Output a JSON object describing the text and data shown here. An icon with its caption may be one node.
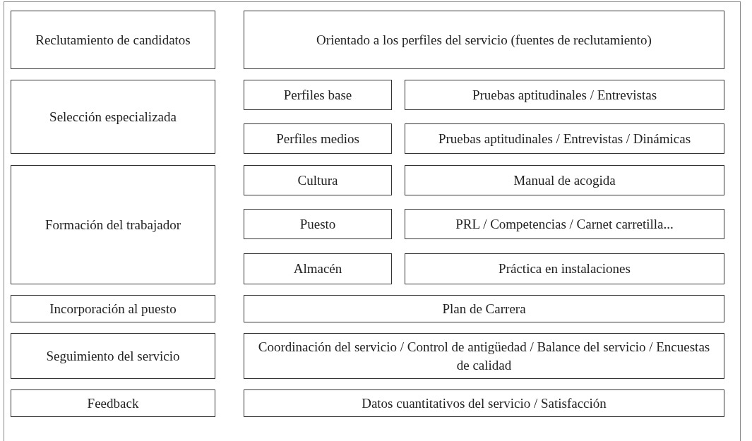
{
  "diagram": {
    "nodes": [
      {
        "text": [
          "Reclutamiento de candidatos"
        ]
      },
      {
        "text": [
          "Orientado a los perfiles del servicio (fuentes de reclutamiento)"
        ]
      },
      {
        "text": [
          "Selección especializada"
        ]
      },
      {
        "text": [
          "Perfiles base"
        ]
      },
      {
        "text": [
          "Pruebas aptitudinales / Entrevistas"
        ]
      },
      {
        "text": [
          "Perfiles medios"
        ]
      },
      {
        "text": [
          "Pruebas aptitudinales / Entrevistas / Dinámicas"
        ]
      },
      {
        "text": [
          "Formación del trabajador"
        ]
      },
      {
        "text": [
          "Cultura"
        ]
      },
      {
        "text": [
          "Manual de acogida"
        ]
      },
      {
        "text": [
          "Puesto"
        ]
      },
      {
        "text": [
          "PRL / Competencias / Carnet carretilla..."
        ]
      },
      {
        "text": [
          "Almacén"
        ]
      },
      {
        "text": [
          "Práctica en instalaciones"
        ]
      },
      {
        "text": [
          "Incorporación al puesto"
        ]
      },
      {
        "text": [
          "Plan de Carrera"
        ]
      },
      {
        "text": [
          "Seguimiento del servicio"
        ]
      },
      {
        "text": [
          "Coordinación del servicio / Control de antigüedad / Balance del servicio / Encuestas de calidad"
        ]
      },
      {
        "text": [
          "Feedback"
        ]
      },
      {
        "text": [
          "Datos cuantitativos del servicio / Satisfacción"
        ]
      }
    ]
  }
}
